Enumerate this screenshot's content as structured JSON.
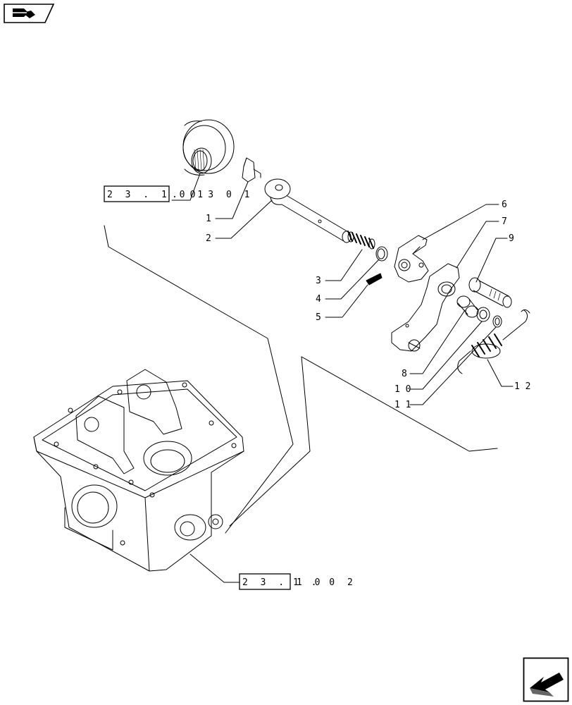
{
  "nav": {
    "top_badge_icon": "book-arrow-icon",
    "bottom_next_icon": "next-page-arrow-icon"
  },
  "references": {
    "ref_top": {
      "boxed": "2 3 . 1 0 1",
      "suffix": ". 0 3  0 1"
    },
    "ref_bottom": {
      "boxed": "2 3 . 1 0",
      "suffix": "1 . 0 2"
    }
  },
  "callouts": [
    {
      "id": "1",
      "label": "1"
    },
    {
      "id": "2",
      "label": "2"
    },
    {
      "id": "3",
      "label": "3"
    },
    {
      "id": "4",
      "label": "4"
    },
    {
      "id": "5",
      "label": "5"
    },
    {
      "id": "6",
      "label": "6"
    },
    {
      "id": "7",
      "label": "7"
    },
    {
      "id": "8",
      "label": "8"
    },
    {
      "id": "9",
      "label": "9"
    },
    {
      "id": "10",
      "label": "1 0"
    },
    {
      "id": "11",
      "label": "1 1"
    },
    {
      "id": "12",
      "label": "1 2"
    }
  ],
  "colors": {
    "line": "#000000",
    "background": "#ffffff"
  }
}
